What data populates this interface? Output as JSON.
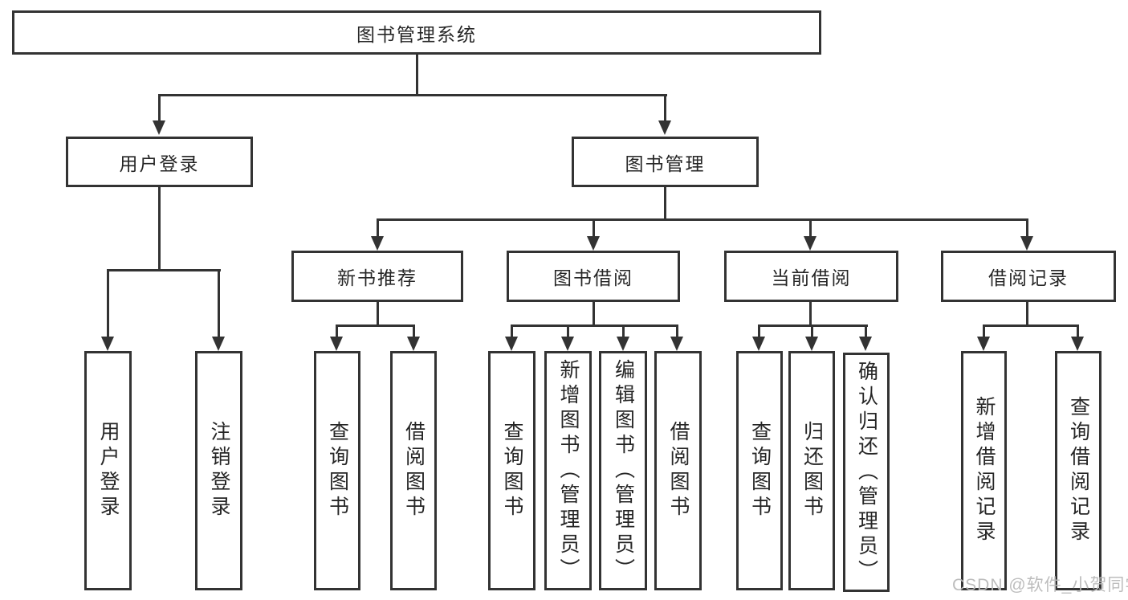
{
  "diagram": {
    "root": "图书管理系统",
    "level2": [
      "用户登录",
      "图书管理"
    ],
    "level3": [
      "新书推荐",
      "图书借阅",
      "当前借阅",
      "借阅记录"
    ],
    "leaves": {
      "user": [
        "用户登录",
        "注销登录"
      ],
      "recommend": [
        "查询图书",
        "借阅图书"
      ],
      "borrow": [
        "查询图书",
        "新增图书（管理员）",
        "编辑图书（管理员）",
        "借阅图书"
      ],
      "current": [
        "查询图书",
        "归还图书",
        "确认归还（管理员）"
      ],
      "records": [
        "新增借阅记录",
        "查询借阅记录"
      ]
    },
    "colors": {
      "line": "#333333",
      "text": "#262626",
      "watermark": "#b9b9b9"
    },
    "watermark": "CSDN @软件_小贺同学"
  }
}
